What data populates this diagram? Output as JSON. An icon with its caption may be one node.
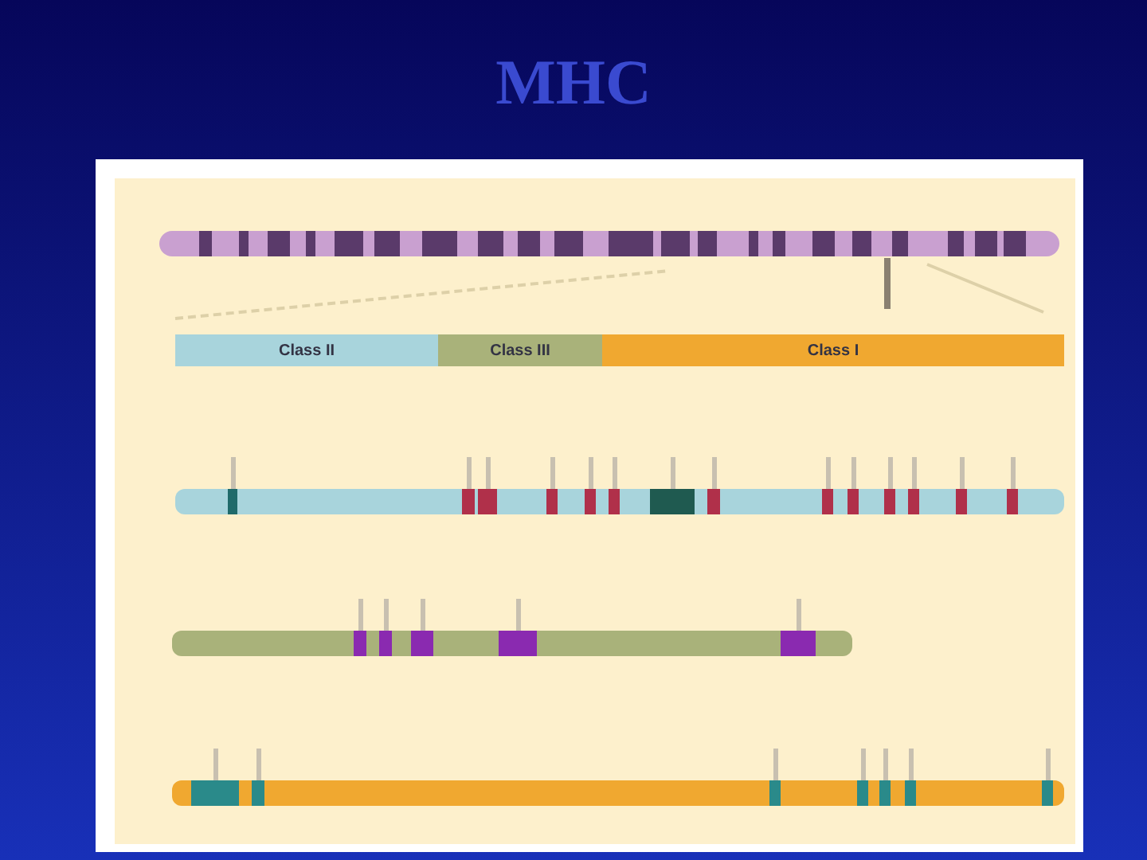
{
  "diagram": {
    "title": "MHC",
    "nodes": [
      {
        "text": [
          "Class II"
        ]
      },
      {
        "text": [
          "Class III"
        ]
      },
      {
        "text": [
          "Class I"
        ]
      }
    ]
  }
}
